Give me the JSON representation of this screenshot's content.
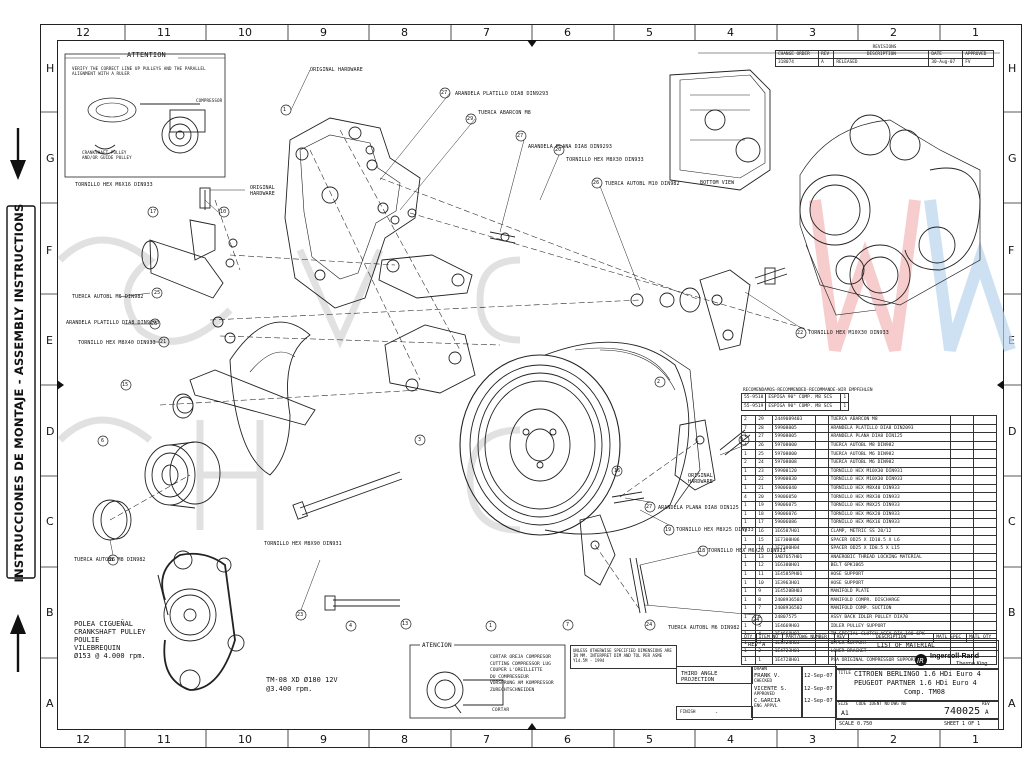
{
  "sidebar_text": "INSTRUCCIONES DE MONTAJE - ASSEMBLY INSTRUCTIONS",
  "grid": {
    "columns": [
      "12",
      "11",
      "10",
      "9",
      "8",
      "7",
      "6",
      "5",
      "4",
      "3",
      "2",
      "1"
    ],
    "rows": [
      "H",
      "G",
      "F",
      "E",
      "D",
      "C",
      "B",
      "A"
    ]
  },
  "attention": {
    "title": "ATTENTION",
    "text": "VERIFY THE CORRECT LINE UP PULLEYS AND THE PARALLEL ALIGNMENT WITH A RULER",
    "compressor": "COMPRESSOR",
    "crank": "CRANKSHAFT PULLEY AND/OR GUIDE PULLEY"
  },
  "callouts": {
    "original_hardware_top": "ORIGINAL HARDWARE",
    "arandela_platillo_8": "ARANDELA PLATILLO  DIA8 DIN9293",
    "tuerca_abarcon_m8": "TUERCA ABARCON M8",
    "arandela_plana_8": "ARANDELA PLANA DIA8 DIN9293",
    "tornillo_m8x30": "TORNILLO HEX M8X30 DIN933",
    "tuerca_autobl_m10": "TUERCA AUTOBL M10 DIN982",
    "bottom_view": "BOTTOM VIEW",
    "tornillo_m6x16": "TORNILLO HEX M6X16 DIN933",
    "original_hardware_left": "ORIGINAL HARDWARE",
    "tuerca_autobl_m6": "TUERCA AUTOBL M6 DIN982",
    "arandela_platillo_8b": "ARANDELA PLATILLO  DIA8 DIN9293",
    "tornillo_m8x40": "TORNILLO HEX M8X40 DIN933",
    "tornillo_m10x30": "TORNILLO HEX M10X30 DIN933",
    "original_hardware_right": "ORIGINAL HARDWARE",
    "arandela_plana_8b": "ARANDELA PLANA DIA8 DIN125",
    "tornillo_m8x25": "TORNILLO HEX M8X25 DIN933",
    "tornillo_m6x20": "TORNILLO HEX M6X20 DIN933",
    "tornillo_m8x90": "TORNILLO HEX M8X90 DIN931",
    "tuerca_autobl_m8": "TUERCA AUTOBL M8 DIN982",
    "tuerca_autobl_m6b": "TUERCA AUTOBL M6 DIN982"
  },
  "pulley": {
    "line1": "POLEA CIGUEÑAL",
    "line2": "CRANKSHAFT PULLEY",
    "line3": "POULIE",
    "line4": "VILEBREQUIN",
    "line5": "Ø153 @ 4.000 rpm."
  },
  "compressor_note": {
    "line1": "TM-08 XD Ø180 12V",
    "line2": "@3.400 rpm."
  },
  "atencion": {
    "title": "ATENCION",
    "lines": [
      "CORTAR OREJA COMPRESOR",
      "CUTTING COMPRESSOR LUG",
      "COUPER L'OREILLETTE",
      "DU COMPRESSEUR",
      "VORSPRUNG AM KOMPRESSOR",
      "ZURECHTSCHNEIDEN"
    ],
    "cortar": "CORTAR"
  },
  "revisions": {
    "title": "REVISIONS",
    "headers": [
      "CHANGE ORDER",
      "REV",
      "DESCRIPTION",
      "DATE",
      "APPROVED"
    ],
    "row": [
      "318074",
      "A",
      "RELEASED",
      "30-Aug-07",
      "FV"
    ]
  },
  "recommended": {
    "title": "RECOMENDAMOS-RECOMMENDED-RECOMMANDE-WIR EMPFEHLEN",
    "rows": [
      [
        "55-9518",
        "ESPIGA 90° COMP. M8 SCS",
        "1"
      ],
      [
        "55-9519",
        "ESPIGA 90° COMP. M8 SCS",
        "1"
      ]
    ]
  },
  "parts": [
    [
      "2",
      "29",
      "2449089403",
      "TUERCA ABARCON M8"
    ],
    [
      "7",
      "28",
      "59908005",
      "ARANDELA PLATILLO  DIA8 DIN2093"
    ],
    [
      "1",
      "27",
      "59908005",
      "ARANDELA PLANA DIA8 DIN125"
    ],
    [
      "4",
      "26",
      "59708000",
      "TUERCA AUTOBL M8 DIN982"
    ],
    [
      "1",
      "25",
      "59708000",
      "TUERCA AUTOBL M6 DIN982"
    ],
    [
      "2",
      "24",
      "59708008",
      "TUERCA AUTOBL M6 DIN982"
    ],
    [
      "1",
      "23",
      "59900120",
      "TORNILLO HEX M10X30 DIN931"
    ],
    [
      "1",
      "22",
      "59900030",
      "TORNILLO HEX M10X30 DIN933"
    ],
    [
      "1",
      "21",
      "59006040",
      "TORNILLO HEX M8X40 DIN933"
    ],
    [
      "4",
      "20",
      "59006050",
      "TORNILLO HEX M8X30 DIN933"
    ],
    [
      "1",
      "19",
      "59006075",
      "TORNILLO HEX M8X25 DIN933"
    ],
    [
      "1",
      "18",
      "59006076",
      "TORNILLO HEX M6X20 DIN933"
    ],
    [
      "1",
      "17",
      "59006086",
      "TORNILLO HEX M6X16 DIN933"
    ],
    [
      "1",
      "16",
      "1E6587H01",
      "CLAMP, METRIC SS 20/12"
    ],
    [
      "1",
      "15",
      "1E7300H06",
      "SPACER OD25 X ID10.5 X L6"
    ],
    [
      "1",
      "14",
      "1E7300H04",
      "SPACER OD25 X ID8.5 X L15"
    ],
    [
      "1",
      "13",
      "3AB7657H01",
      "ANAEROBIC THREAD LOCKING MATERIAL"
    ],
    [
      "1",
      "12",
      "1E6300H01",
      "BELT 6PK1065"
    ],
    [
      "1",
      "11",
      "1E4585PH01",
      "HOSE SUPPORT"
    ],
    [
      "1",
      "10",
      "1E3963H01",
      "HOSE SUPPORT"
    ],
    [
      "1",
      "9",
      "1E4520BH03",
      "MANIFOLD PLATE"
    ],
    [
      "1",
      "8",
      "2408936503",
      "MANIFOLD COMPR. DISCHARGE"
    ],
    [
      "1",
      "7",
      "2408936502",
      "MANIFOLD COMP. SUCTION"
    ],
    [
      "1",
      "6",
      "24807575",
      "ASSY BACK IDLER PULLEY DIA70"
    ],
    [
      "1",
      "5",
      "1E4669H03",
      "IDLER PULLEY SUPPORT"
    ],
    [
      "1",
      "4",
      "1E4668H01",
      "TM SPECIAL CLUTCH ASSY DIA 180 6PK"
    ],
    [
      "1",
      "3",
      "1E4724H03",
      "UPPER SUPPORT"
    ],
    [
      "1",
      "2",
      "1E4723H01",
      "LOWER BRACKET"
    ],
    [
      "1",
      "1",
      "1E4728H01",
      "PSA ORIGINAL COMPRESSOR SUPPORT"
    ]
  ],
  "parts_header": [
    "QTY",
    "ITEM NO",
    "PART/DWG NUMBER",
    "REV",
    "DESCRIPTION",
    "MATL SPEC",
    "MATL QTY"
  ],
  "list_of_material": "LIST OF MATERIAL",
  "title_block": {
    "rev_label": "REV",
    "rev_letter": "A",
    "third_angle": "THIRD ANGLE PROJECTION",
    "drawn": "DRAWN",
    "drawn_by": "FRANK V.",
    "drawn_date": "12-Sep-07",
    "checked": "CHECKED",
    "checked_by": "VICENTE S.",
    "checked_date": "12-Sep-07",
    "approved": "APPROVED",
    "approved_by": "C.GARCIA",
    "approved_date": "12-Sep-07",
    "eng_appvl": "ENG APPVL",
    "finish": "FINISH",
    "brand": "Ingersoll-Rand",
    "sub_brand": "Thermo King",
    "title_label": "TITLE",
    "title1": "CITROEN BERLINGO 1.6 HDi Euro 4",
    "title2": "PEUGEOT PARTNER 1.6 HDi Euro 4",
    "title3": "Comp. TM08",
    "size_label": "SIZE",
    "size": "A1",
    "code_label": "CODE IDENT NO",
    "dwg_label": "DWG NO",
    "dwg_no": "740025",
    "scale": "SCALE 0.750",
    "sheet": "SHEET  1  OF  1",
    "dash": "-"
  },
  "notes_legal": "UNLESS OTHERWISE SPECIFIED DIMENSIONS ARE IN MM. INTERPRET DIM AND TOL PER ASME Y14.5M - 1994",
  "balloons": [
    "1",
    "2",
    "3",
    "4",
    "5",
    "6",
    "7",
    "8",
    "9",
    "10",
    "11",
    "12",
    "13",
    "14",
    "15",
    "16",
    "17",
    "18",
    "19",
    "20",
    "21",
    "22",
    "23",
    "24",
    "25",
    "26",
    "27",
    "28",
    "29"
  ]
}
